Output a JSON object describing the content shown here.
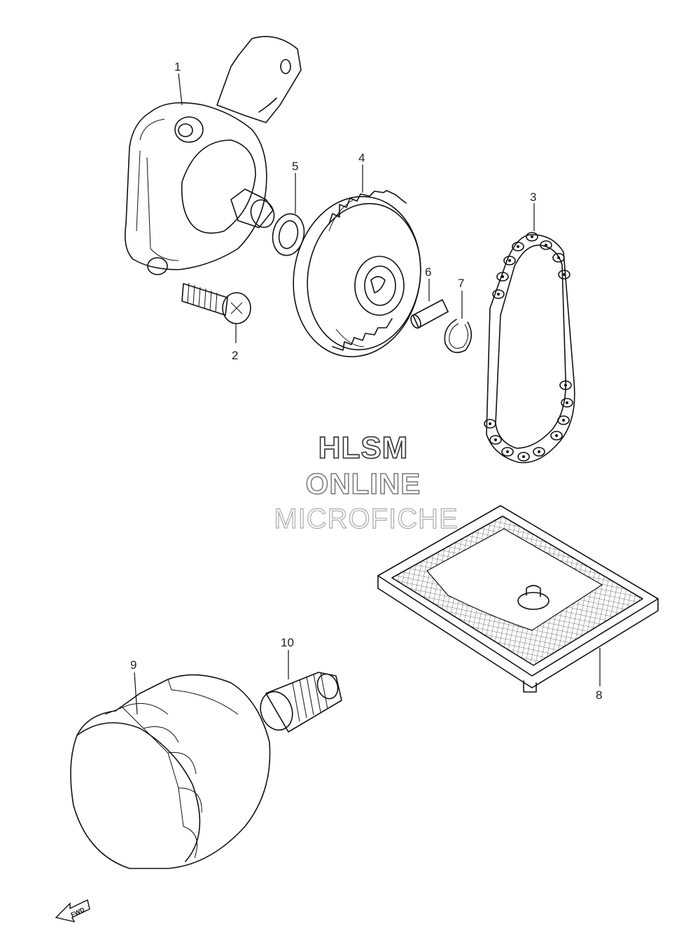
{
  "watermark": {
    "line1": "HLSM",
    "line2": "ONLINE",
    "line3": "MICROFICHE"
  },
  "fwd_label": "FWD",
  "fwd_icon": "arrow-left-icon",
  "callouts": [
    {
      "id": "1",
      "text": "1"
    },
    {
      "id": "2",
      "text": "2"
    },
    {
      "id": "3",
      "text": "3"
    },
    {
      "id": "4",
      "text": "4"
    },
    {
      "id": "5",
      "text": "5"
    },
    {
      "id": "6",
      "text": "6"
    },
    {
      "id": "7",
      "text": "7"
    },
    {
      "id": "8",
      "text": "8"
    },
    {
      "id": "9",
      "text": "9"
    },
    {
      "id": "10",
      "text": "10"
    }
  ]
}
